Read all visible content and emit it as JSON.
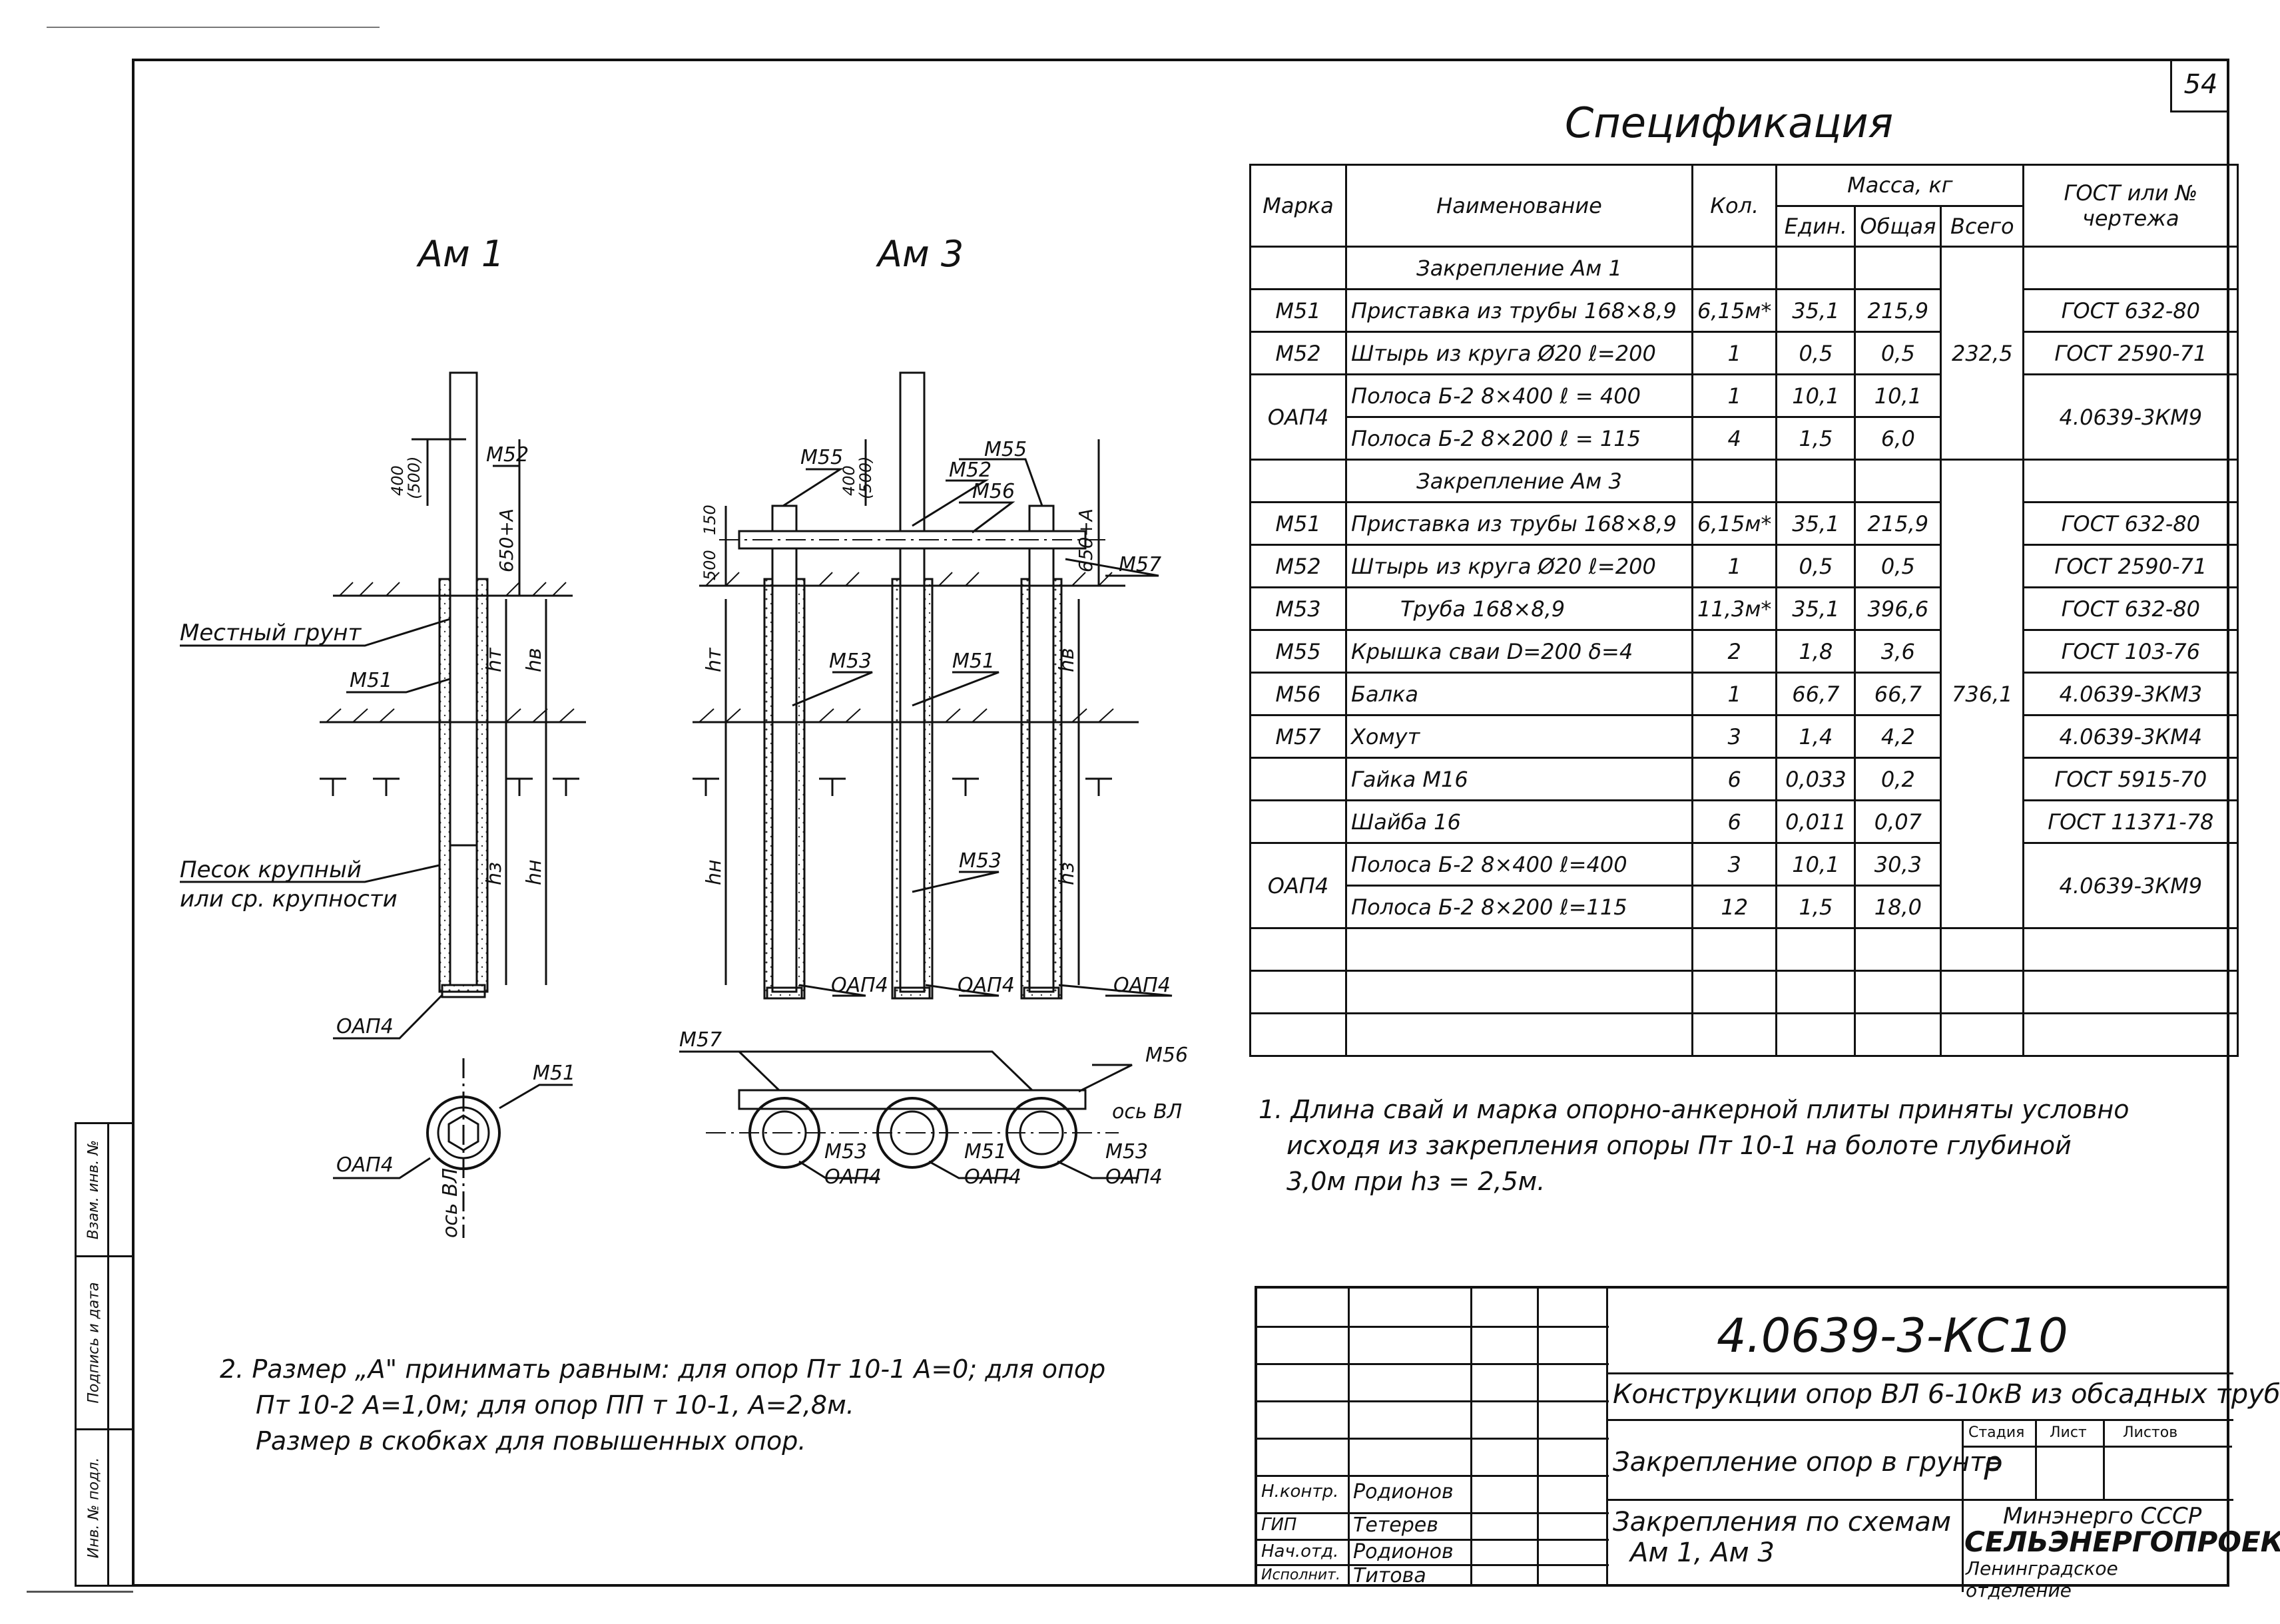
{
  "sheet_number": "54",
  "spec_title": "Спецификация",
  "spec": {
    "headers": {
      "mark": "Марка",
      "name": "Наименование",
      "qty": "Кол.",
      "mass": "Масса, кг",
      "unit": "Един.",
      "total": "Общая",
      "all": "Всего",
      "gost": "ГОСТ или № чертежа"
    },
    "section1": "Закрепление Ам 1",
    "rows1": [
      {
        "mark": "М51",
        "name": "Приставка из трубы 168×8,9",
        "qty": "6,15м*",
        "unit": "35,1",
        "total": "215,9",
        "gost": "ГОСТ 632-80"
      },
      {
        "mark": "М52",
        "name": "Штырь из круга Ø20 ℓ=200",
        "qty": "1",
        "unit": "0,5",
        "total": "0,5",
        "gost": "ГОСТ 2590-71"
      },
      {
        "mark": "ОАП4",
        "name": "Полоса Б-2 8×400 ℓ = 400",
        "qty": "1",
        "unit": "10,1",
        "total": "10,1",
        "gost": "4.0639-3КМ9"
      },
      {
        "mark": "",
        "name": "Полоса Б-2 8×200 ℓ = 115",
        "qty": "4",
        "unit": "1,5",
        "total": "6,0",
        "gost": ""
      }
    ],
    "sum1": "232,5",
    "section2": "Закрепление Ам 3",
    "rows2": [
      {
        "mark": "М51",
        "name": "Приставка из трубы 168×8,9",
        "qty": "6,15м*",
        "unit": "35,1",
        "total": "215,9",
        "gost": "ГОСТ 632-80"
      },
      {
        "mark": "М52",
        "name": "Штырь из круга Ø20 ℓ=200",
        "qty": "1",
        "unit": "0,5",
        "total": "0,5",
        "gost": "ГОСТ 2590-71"
      },
      {
        "mark": "М53",
        "name": "Труба 168×8,9",
        "qty": "11,3м*",
        "unit": "35,1",
        "total": "396,6",
        "gost": "ГОСТ 632-80"
      },
      {
        "mark": "М55",
        "name": "Крышка сваи D=200 δ=4",
        "qty": "2",
        "unit": "1,8",
        "total": "3,6",
        "gost": "ГОСТ 103-76"
      },
      {
        "mark": "М56",
        "name": "Балка",
        "qty": "1",
        "unit": "66,7",
        "total": "66,7",
        "gost": "4.0639-3КМ3"
      },
      {
        "mark": "М57",
        "name": "Хомут",
        "qty": "3",
        "unit": "1,4",
        "total": "4,2",
        "gost": "4.0639-3КМ4"
      },
      {
        "mark": "",
        "name": "Гайка М16",
        "qty": "6",
        "unit": "0,033",
        "total": "0,2",
        "gost": "ГОСТ 5915-70"
      },
      {
        "mark": "",
        "name": "Шайба 16",
        "qty": "6",
        "unit": "0,011",
        "total": "0,07",
        "gost": "ГОСТ 11371-78"
      },
      {
        "mark": "ОАП4",
        "name": "Полоса Б-2 8×400 ℓ=400",
        "qty": "3",
        "unit": "10,1",
        "total": "30,3",
        "gost": "4.0639-3КМ9"
      },
      {
        "mark": "",
        "name": "Полоса Б-2 8×200 ℓ=115",
        "qty": "12",
        "unit": "1,5",
        "total": "18,0",
        "gost": ""
      }
    ],
    "sum2": "736,1"
  },
  "drawing": {
    "am1_title": "Ам 1",
    "am3_title": "Ам 3",
    "labels": {
      "m51": "М51",
      "m52": "М52",
      "m53": "М53",
      "m55": "М55",
      "m56": "М56",
      "m57": "М57",
      "oap4": "ОАП4",
      "local_soil": "Местный грунт",
      "sand1": "Песок крупный",
      "sand2": "или ср. крупности",
      "axis": "ось ВЛ",
      "dim400": "400",
      "dim500b": "(500)",
      "dim650": "650+А",
      "dim500": "500",
      "dim150": "150",
      "ht": "hт",
      "hz": "hз",
      "hn": "hн",
      "hb": "hв"
    }
  },
  "notes": {
    "note1_l1": "1. Длина свай и марка опорно-анкерной плиты приняты условно",
    "note1_l2": "исходя из закрепления опоры Пт 10-1 на болоте глубиной",
    "note1_l3": "3,0м при hз = 2,5м.",
    "note2_l1": "2. Размер „А\" принимать равным: для опор Пт 10-1 А=0; для опор",
    "note2_l2": "Пт 10-2 А=1,0м; для опор ПП т 10-1, А=2,8м.",
    "note2_l3": "Размер в скобках для повышенных опор."
  },
  "title_block": {
    "doc_code": "4.0639-3-КС10",
    "project": "Конструкции опор ВЛ 6-10кВ из обсадных труб",
    "sheet_title": "Закрепление опор в грунте",
    "content_l1": "Закрепления по схемам",
    "content_l2": "Ам 1, Ам 3",
    "stage_h": "Стадия",
    "sheet_h": "Лист",
    "sheets_h": "Листов",
    "stage": "Р",
    "org_l1": "Минэнерго СССР",
    "org_l2": "СЕЛЬЭНЕРГОПРОЕКТ",
    "org_l3": "Ленинградское отделение",
    "signers": [
      {
        "role": "Н.контр.",
        "name": "Родионов"
      },
      {
        "role": "ГИП",
        "name": "Тетерев"
      },
      {
        "role": "Нач.отд.",
        "name": "Родионов"
      },
      {
        "role": "Исполнит.",
        "name": "Титова"
      }
    ]
  },
  "side_strip": {
    "inv_orig": "Инв. № подл.",
    "sign_date": "Подпись и дата",
    "vzam": "Взам. инв. №"
  }
}
